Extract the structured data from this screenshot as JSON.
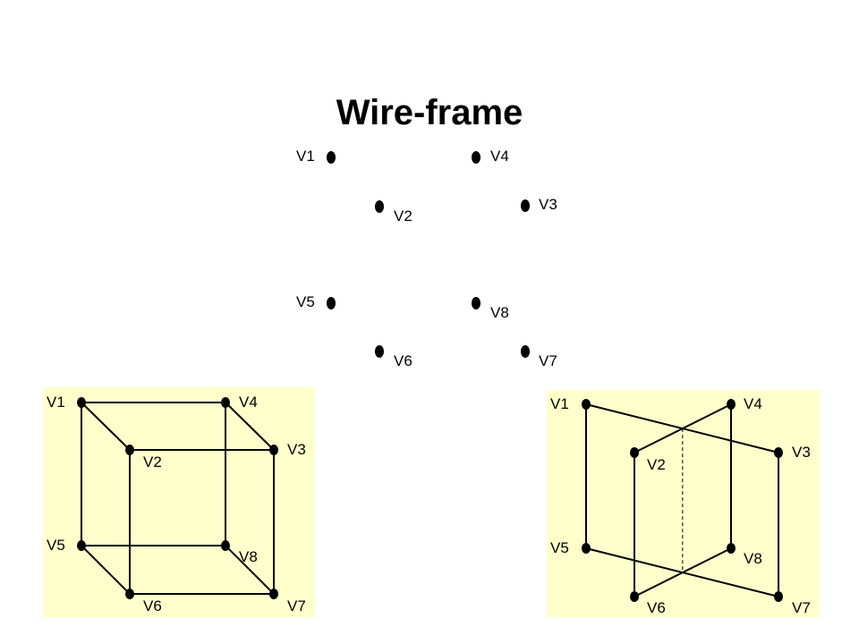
{
  "title": "Wire-frame",
  "panel_color": "#ffffcc",
  "diagrams": {
    "top": {
      "vertices": [
        "V1",
        "V2",
        "V3",
        "V4",
        "V5",
        "V6",
        "V7",
        "V8"
      ]
    },
    "left": {
      "vertices": [
        "V1",
        "V2",
        "V3",
        "V4",
        "V5",
        "V6",
        "V7",
        "V8"
      ],
      "edges": [
        [
          "V1",
          "V4"
        ],
        [
          "V1",
          "V2"
        ],
        [
          "V1",
          "V5"
        ],
        [
          "V4",
          "V3"
        ],
        [
          "V4",
          "V8"
        ],
        [
          "V2",
          "V3"
        ],
        [
          "V2",
          "V6"
        ],
        [
          "V3",
          "V7"
        ],
        [
          "V5",
          "V8"
        ],
        [
          "V5",
          "V6"
        ],
        [
          "V6",
          "V7"
        ],
        [
          "V8",
          "V7"
        ]
      ]
    },
    "right": {
      "vertices": [
        "V1",
        "V2",
        "V3",
        "V4",
        "V5",
        "V6",
        "V7",
        "V8"
      ],
      "edges": [
        [
          "V1",
          "V3"
        ],
        [
          "V1",
          "V5"
        ],
        [
          "V3",
          "V7"
        ],
        [
          "V5",
          "V7"
        ],
        [
          "V2",
          "V4"
        ],
        [
          "V2",
          "V6"
        ],
        [
          "V4",
          "V8"
        ],
        [
          "V6",
          "V8"
        ]
      ],
      "dashed_edges": [
        [
          "V1V3xV2V4",
          "V5V7xV6V8"
        ]
      ]
    }
  }
}
